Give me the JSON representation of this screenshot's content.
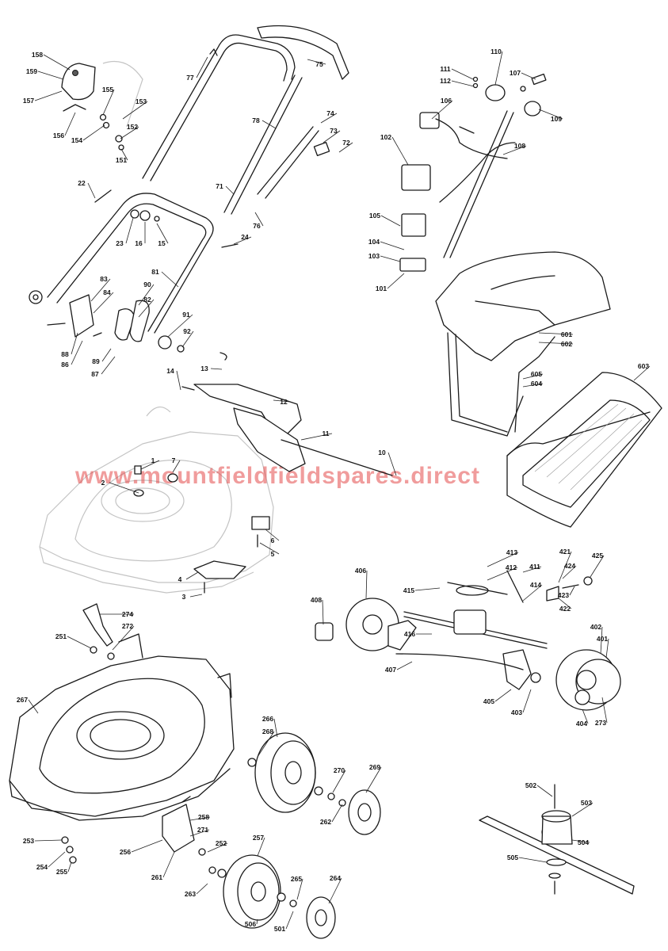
{
  "watermark": "www.mountfieldfieldspares.direct",
  "callouts": [
    "158",
    "159",
    "157",
    "156",
    "155",
    "154",
    "153",
    "152",
    "151",
    "77",
    "75",
    "78",
    "74",
    "73",
    "72",
    "71",
    "76",
    "22",
    "23",
    "16",
    "15",
    "24",
    "81",
    "83",
    "84",
    "90",
    "82",
    "91",
    "92",
    "88",
    "86",
    "89",
    "87",
    "14",
    "13",
    "12",
    "11",
    "10",
    "1",
    "7",
    "2",
    "6",
    "5",
    "4",
    "3",
    "110",
    "111",
    "112",
    "107",
    "106",
    "109",
    "108",
    "102",
    "105",
    "104",
    "103",
    "101",
    "601",
    "602",
    "605",
    "604",
    "603",
    "413",
    "412",
    "411",
    "421",
    "425",
    "424",
    "423",
    "422",
    "406",
    "415",
    "414",
    "408",
    "416",
    "407",
    "402",
    "401",
    "405",
    "403",
    "404",
    "273",
    "274",
    "272",
    "251",
    "267",
    "266",
    "268",
    "270",
    "269",
    "262",
    "257",
    "258",
    "271",
    "252",
    "253",
    "254",
    "255",
    "256",
    "261",
    "263",
    "265",
    "264",
    "506",
    "501",
    "502",
    "503",
    "504",
    "505"
  ],
  "colors": {
    "outline": "#1a1a1a",
    "ghost_outline": "#c4c4c4",
    "watermark": "#e34b4b"
  }
}
